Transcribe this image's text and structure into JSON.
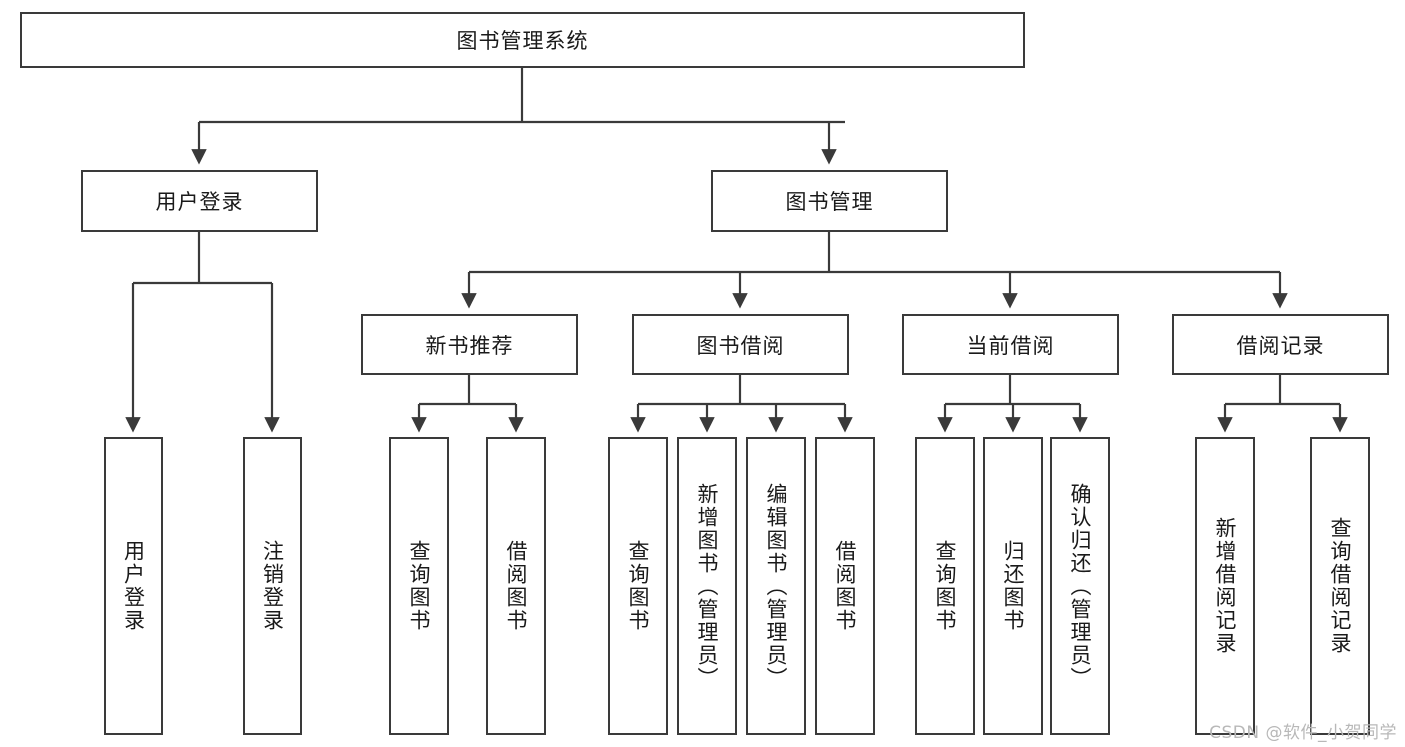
{
  "diagram": {
    "title": "图书管理系统",
    "type": "hierarchy-tree",
    "watermark": "CSDN @软件_小贺同学",
    "stroke_color": "#3a3a3a",
    "fill_color": "#ffffff",
    "text_color": "#1a1a1a",
    "watermark_color": "#b8b8b8"
  },
  "nodes": {
    "root": {
      "label": "图书管理系统",
      "level": 1,
      "orientation": "horizontal"
    },
    "l2": [
      {
        "id": "user-login",
        "label": "用户登录",
        "level": 2,
        "orientation": "horizontal"
      },
      {
        "id": "book-manage",
        "label": "图书管理",
        "level": 2,
        "orientation": "horizontal"
      }
    ],
    "l3": [
      {
        "id": "new-book-rec",
        "label": "新书推荐",
        "level": 3,
        "orientation": "horizontal"
      },
      {
        "id": "book-borrow",
        "label": "图书借阅",
        "level": 3,
        "orientation": "horizontal"
      },
      {
        "id": "current-borrow",
        "label": "当前借阅",
        "level": 3,
        "orientation": "horizontal"
      },
      {
        "id": "borrow-record",
        "label": "借阅记录",
        "level": 3,
        "orientation": "horizontal"
      }
    ],
    "leaves": [
      {
        "id": "leaf-user-login",
        "label": "用户登录",
        "parent": "user-login"
      },
      {
        "id": "leaf-logout-login",
        "label": "注销登录",
        "parent": "user-login"
      },
      {
        "id": "leaf-query-book-1",
        "label": "查询图书",
        "parent": "new-book-rec"
      },
      {
        "id": "leaf-borrow-book-1",
        "label": "借阅图书",
        "parent": "new-book-rec"
      },
      {
        "id": "leaf-query-book-2",
        "label": "查询图书",
        "parent": "book-borrow"
      },
      {
        "id": "leaf-add-book",
        "label": "新增图书（管理员）",
        "parent": "book-borrow"
      },
      {
        "id": "leaf-edit-book",
        "label": "编辑图书（管理员）",
        "parent": "book-borrow"
      },
      {
        "id": "leaf-borrow-book-2",
        "label": "借阅图书",
        "parent": "book-borrow"
      },
      {
        "id": "leaf-query-book-3",
        "label": "查询图书",
        "parent": "current-borrow"
      },
      {
        "id": "leaf-return-book",
        "label": "归还图书",
        "parent": "current-borrow"
      },
      {
        "id": "leaf-confirm-return",
        "label": "确认归还（管理员）",
        "parent": "current-borrow"
      },
      {
        "id": "leaf-add-record",
        "label": "新增借阅记录",
        "parent": "borrow-record"
      },
      {
        "id": "leaf-query-record",
        "label": "查询借阅记录",
        "parent": "borrow-record"
      }
    ]
  }
}
